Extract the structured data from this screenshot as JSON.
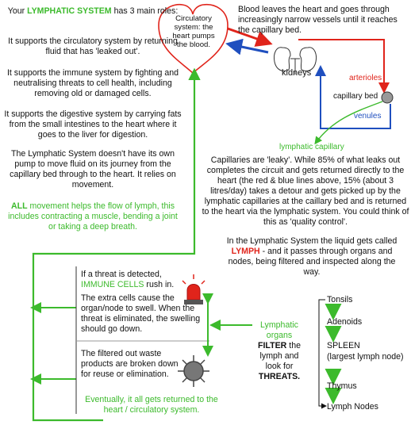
{
  "intro": {
    "prefix": "Your",
    "highlight": "LYMPHATIC SYSTEM",
    "suffix": "has 3 main roles:",
    "role1": "It supports the circulatory system by returning fluid that has 'leaked out'.",
    "role2": "It supports the immune system by fighting and neutralising threats to cell health, including removing old or damaged cells.",
    "role3": "It supports the digestive system by carrying fats from the small intestines to the heart where it goes to the liver for digestion.",
    "pump": "The Lymphatic System doesn't have its own pump to move fluid on its journey from the capillary bed through to the heart. It relies on movement.",
    "movement_all": "ALL",
    "movement_rest": "movement helps the flow of lymph, this includes contracting a muscle, bending a joint or taking a deep breath."
  },
  "heart": {
    "label": "Circulatory system: the heart pumps the blood."
  },
  "circulation": {
    "blood_text": "Blood leaves the heart and goes through increasingly narrow vessels until it reaches the capillary bed.",
    "kidneys": "kidneys",
    "arterioles": "arterioles",
    "capillary_bed": "capillary bed",
    "venules": "venules",
    "lymphatic_capillary": "lymphatic capillary"
  },
  "capillaries_text": "Capillaries are 'leaky'. While 85% of what leaks out completes the circuit and gets returned directly to the heart (the red & blue lines above, 15% (about 3 litres/day) takes a detour and gets picked up by the lymphatic capillaries at the caillary bed and is returned to the heart via the lymphatic system. You could think of this as 'quality control'.",
  "lymph_text": {
    "prefix": "In the Lymphatic System the liquid gets called",
    "highlight": "LYMPH",
    "suffix": "- and it passes through organs and nodes, being filtered and inspected along the way."
  },
  "threat": {
    "line1": "If a threat is detected,",
    "immune": "IMMUNE CELLS",
    "line2": "rush in.",
    "swell": "The extra cells cause the organ/node to swell. When the threat is eliminated, the swelling should go down.",
    "waste": "The filtered out waste products are broken down for reuse or elimination.",
    "returned": "Eventually, it all gets returned to the heart / circulatory system."
  },
  "organs_label": {
    "green": "Lymphatic organs",
    "filter": "FILTER",
    "rest1": "the lymph and look for",
    "threats": "THREATS."
  },
  "organs": [
    "Tonsils",
    "Adenoids",
    "SPLEEN",
    "(largest lymph node)",
    "Thymus",
    "Lymph Nodes"
  ],
  "colors": {
    "green": "#3cba2c",
    "red": "#e0241b",
    "blue": "#1f4fbf"
  },
  "icons": [
    "heart-outline-icon",
    "kidneys-icon",
    "siren-icon",
    "virus-icon"
  ]
}
